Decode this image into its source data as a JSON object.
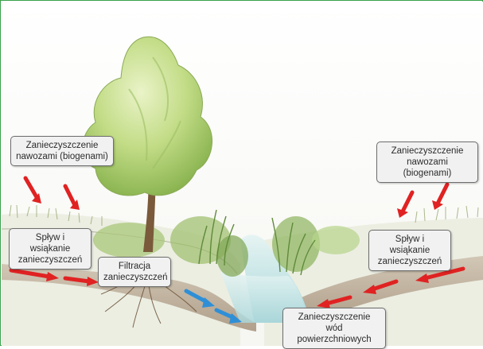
{
  "labels": {
    "fertilizer_left": [
      "Zanieczyszczenie",
      "nawozami (biogenami)"
    ],
    "fertilizer_right": [
      "Zanieczyszczenie",
      "nawozami (biogenami)"
    ],
    "runoff_left": [
      "Spływ i wsiąkanie",
      "zanieczyszczeń"
    ],
    "runoff_right": [
      "Spływ i wsiąkanie",
      "zanieczyszczeń"
    ],
    "filtration": [
      "Filtracja",
      "zanieczyszczeń"
    ],
    "surface_water": [
      "Zanieczyszczenie",
      "wód powierzchniowych"
    ]
  },
  "colors": {
    "frame": "#3aa14a",
    "pollution_arrow": "#e02222",
    "filtered_arrow": "#2f8fd6",
    "water": "#cfe9ea",
    "soil": "#b9aa97",
    "foliage": "#b8d67a",
    "trunk": "#7a5a3a"
  }
}
